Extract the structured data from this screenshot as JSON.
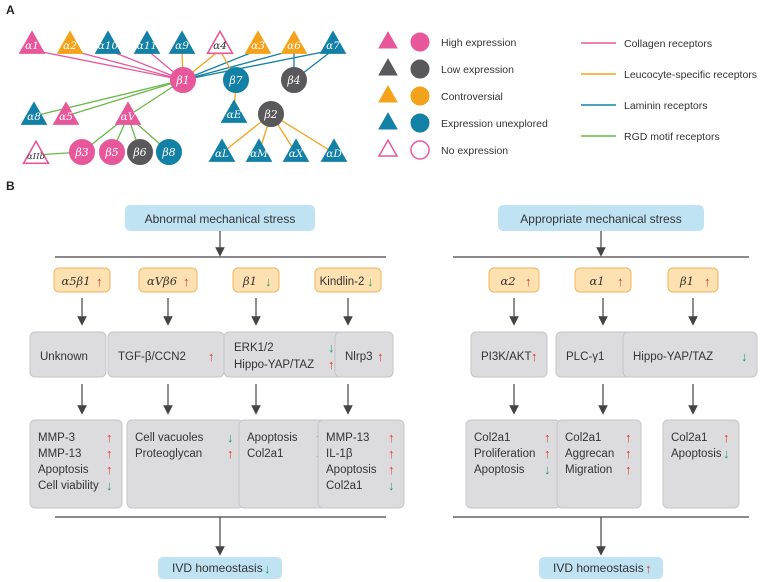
{
  "panel_labels": {
    "a": "A",
    "b": "B"
  },
  "colors": {
    "high": "#e8579a",
    "low": "#59595b",
    "controversial": "#f5a21b",
    "unexplored": "#1380a5",
    "collagen_line": "#e8579a",
    "leucocyte_line": "#f5a21b",
    "laminin_line": "#1380a5",
    "rgd_line": "#6ab84a",
    "blue_box": "#bfe3f3",
    "orange_box": "#fde1b0",
    "orange_border": "#f2b55f",
    "grey_box": "#dcdcde",
    "red_arrow": "#e7332a",
    "green_arrow": "#22a260"
  },
  "panel_a": {
    "alpha_row": [
      {
        "label": "α1",
        "expr": "high"
      },
      {
        "label": "α2",
        "expr": "controversial"
      },
      {
        "label": "α10",
        "expr": "unexplored"
      },
      {
        "label": "α11",
        "expr": "unexplored"
      },
      {
        "label": "α9",
        "expr": "unexplored"
      },
      {
        "label": "α4",
        "expr": "none"
      },
      {
        "label": "α3",
        "expr": "controversial"
      },
      {
        "label": "α6",
        "expr": "controversial"
      },
      {
        "label": "α7",
        "expr": "unexplored"
      }
    ],
    "beta_nodes": [
      {
        "label": "β1",
        "expr": "high"
      },
      {
        "label": "β7",
        "expr": "unexplored"
      },
      {
        "label": "β4",
        "expr": "low"
      },
      {
        "label": "β2",
        "expr": "low"
      },
      {
        "label": "β3",
        "expr": "high"
      },
      {
        "label": "β5",
        "expr": "high"
      },
      {
        "label": "β6",
        "expr": "low"
      },
      {
        "label": "β8",
        "expr": "unexplored"
      }
    ],
    "other_alpha": [
      {
        "label": "α8",
        "expr": "unexplored"
      },
      {
        "label": "α5",
        "expr": "high"
      },
      {
        "label": "αV",
        "expr": "high"
      },
      {
        "label": "αE",
        "expr": "unexplored"
      },
      {
        "label": "αIIb",
        "expr": "none"
      },
      {
        "label": "αL",
        "expr": "unexplored"
      },
      {
        "label": "αM",
        "expr": "unexplored"
      },
      {
        "label": "αX",
        "expr": "unexplored"
      },
      {
        "label": "αD",
        "expr": "unexplored"
      }
    ],
    "legend_expression": [
      {
        "label": "High expression",
        "expr": "high"
      },
      {
        "label": "Low expression",
        "expr": "low"
      },
      {
        "label": "Controversial",
        "expr": "controversial"
      },
      {
        "label": "Expression unexplored",
        "expr": "unexplored"
      },
      {
        "label": "No expression",
        "expr": "none"
      }
    ],
    "legend_receptors": [
      {
        "label": "Collagen receptors",
        "color": "collagen_line"
      },
      {
        "label": "Leucocyte-specific receptors",
        "color": "leucocyte_line"
      },
      {
        "label": "Laminin receptors",
        "color": "laminin_line"
      },
      {
        "label": "RGD motif receptors",
        "color": "rgd_line"
      }
    ]
  },
  "panel_b": {
    "left": {
      "title": "Abnormal mechanical stress",
      "outcome": {
        "label": "IVD homeostasis",
        "dir": "down"
      },
      "columns": [
        {
          "factor": {
            "label": "α5β1",
            "dir": "up"
          },
          "pathway": [
            {
              "label": "Unknown",
              "dir": ""
            }
          ],
          "effects": [
            {
              "label": "MMP-3",
              "dir": "up"
            },
            {
              "label": "MMP-13",
              "dir": "up"
            },
            {
              "label": "Apoptosis",
              "dir": "up"
            },
            {
              "label": "Cell viability",
              "dir": "down"
            }
          ]
        },
        {
          "factor": {
            "label": "αVβ6",
            "dir": "up"
          },
          "pathway": [
            {
              "label": "TGF-β/CCN2",
              "dir": "up"
            }
          ],
          "effects": [
            {
              "label": "Cell vacuoles",
              "dir": "down"
            },
            {
              "label": "Proteoglycan",
              "dir": "up"
            }
          ]
        },
        {
          "factor": {
            "label": "β1",
            "dir": "down"
          },
          "pathway": [
            {
              "label": "ERK1/2",
              "dir": "down"
            },
            {
              "label": "Hippo-YAP/TAZ",
              "dir": "up"
            }
          ],
          "effects": [
            {
              "label": "Apoptosis",
              "dir": "up"
            },
            {
              "label": "Col2a1",
              "dir": "down"
            }
          ]
        },
        {
          "factor": {
            "label": "Kindlin-2",
            "dir": "down"
          },
          "pathway": [
            {
              "label": "Nlrp3",
              "dir": "up"
            }
          ],
          "effects": [
            {
              "label": "MMP-13",
              "dir": "up"
            },
            {
              "label": "IL-1β",
              "dir": "up"
            },
            {
              "label": "Apoptosis",
              "dir": "up"
            },
            {
              "label": "Col2a1",
              "dir": "down"
            }
          ]
        }
      ]
    },
    "right": {
      "title": "Appropriate mechanical stress",
      "outcome": {
        "label": "IVD homeostasis",
        "dir": "up"
      },
      "columns": [
        {
          "factor": {
            "label": "α2",
            "dir": "up"
          },
          "pathway": [
            {
              "label": "PI3K/AKT",
              "dir": "up"
            }
          ],
          "effects": [
            {
              "label": "Col2a1",
              "dir": "up"
            },
            {
              "label": "Proliferation",
              "dir": "up"
            },
            {
              "label": "Apoptosis",
              "dir": "down"
            }
          ]
        },
        {
          "factor": {
            "label": "α1",
            "dir": "up"
          },
          "pathway": [
            {
              "label": "PLC-γ1",
              "dir": "up"
            }
          ],
          "effects": [
            {
              "label": "Col2a1",
              "dir": "up"
            },
            {
              "label": "Aggrecan",
              "dir": "up"
            },
            {
              "label": "Migration",
              "dir": "up"
            }
          ]
        },
        {
          "factor": {
            "label": "β1",
            "dir": "up"
          },
          "pathway": [
            {
              "label": "Hippo-YAP/TAZ",
              "dir": "down"
            }
          ],
          "effects": [
            {
              "label": "Col2a1",
              "dir": "up"
            },
            {
              "label": "Apoptosis",
              "dir": "down"
            }
          ]
        }
      ]
    }
  }
}
